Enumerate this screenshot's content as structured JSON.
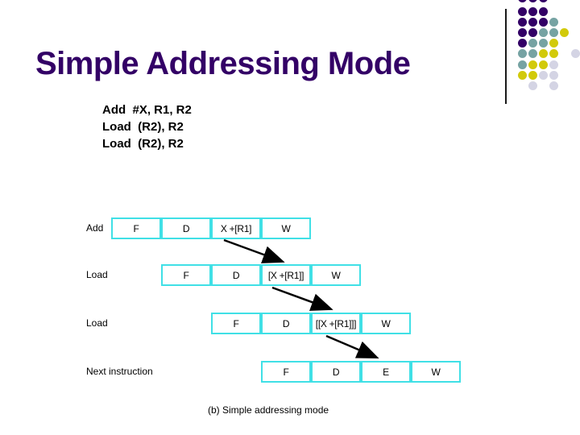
{
  "slide": {
    "title": "Simple Addressing Mode",
    "code_lines": [
      "Add  #X, R1, R2",
      "Load  (R2), R2",
      "Load  (R2), R2"
    ],
    "caption": "(b) Simple addressing mode"
  },
  "pipeline": {
    "rows": [
      {
        "label": "Add",
        "offset": 0,
        "stages": [
          "F",
          "D",
          "X +[R1]",
          "W"
        ]
      },
      {
        "label": "Load",
        "offset": 1,
        "stages": [
          "F",
          "D",
          "[X +[R1]]",
          "W"
        ]
      },
      {
        "label": "Load",
        "offset": 2,
        "stages": [
          "F",
          "D",
          "[[X +[R1]]]",
          "W"
        ]
      },
      {
        "label": "Next instruction",
        "offset": 3,
        "stages": [
          "F",
          "D",
          "E",
          "W"
        ]
      }
    ]
  },
  "decor": {
    "dot_pattern": [
      "PPP...",
      "PPP...",
      "PPPT..",
      "PPTTY.",
      "PTTY..",
      "TTYY.G",
      "TYYG..",
      "YYGG..",
      ".G.G.."
    ],
    "dot_colors": {
      "P": "#330066",
      "T": "#76A3A3",
      "Y": "#D2CA0A",
      "G": "#D4D4E4"
    }
  },
  "colors": {
    "title": "#330066",
    "box_border": "#40E0E6",
    "arrow": "#000000",
    "text": "#000000"
  }
}
